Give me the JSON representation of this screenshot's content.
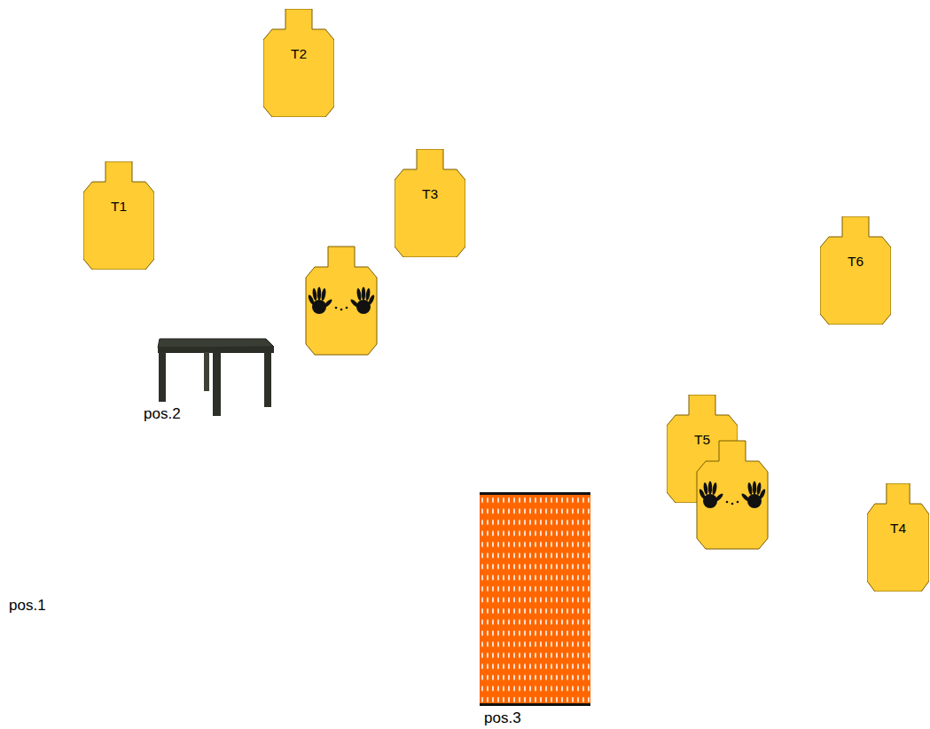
{
  "diagram": {
    "nodes": [
      {
        "text": [
          "T2"
        ]
      },
      {
        "text": [
          "T1"
        ]
      },
      {
        "text": [
          "T3"
        ]
      },
      {
        "text": [
          "T6"
        ]
      },
      {
        "text": [
          "T5"
        ]
      },
      {
        "text": [
          "T4"
        ]
      }
    ],
    "labels": [
      "pos.2",
      "pos.1",
      "pos.3"
    ]
  }
}
